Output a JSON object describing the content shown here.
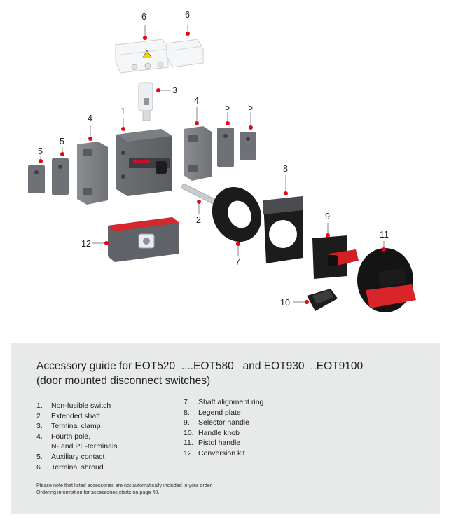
{
  "illustration": {
    "callouts": [
      {
        "num": "6"
      },
      {
        "num": "6"
      },
      {
        "num": "3"
      },
      {
        "num": "1"
      },
      {
        "num": "4"
      },
      {
        "num": "4"
      },
      {
        "num": "5"
      },
      {
        "num": "5"
      },
      {
        "num": "5"
      },
      {
        "num": "5"
      },
      {
        "num": "8"
      },
      {
        "num": "2"
      },
      {
        "num": "9"
      },
      {
        "num": "12"
      },
      {
        "num": "11"
      },
      {
        "num": "7"
      },
      {
        "num": "10"
      }
    ],
    "accent_color": "#e30613"
  },
  "guide": {
    "title_line1": "Accessory guide for EOT520_....EOT580_ and EOT930_..EOT9100_",
    "title_line2": "(door mounted disconnect switches)",
    "items_left": [
      {
        "num": "1.",
        "label": "Non-fusible switch"
      },
      {
        "num": "2.",
        "label": "Extended shaft"
      },
      {
        "num": "3.",
        "label": "Terminal clamp"
      },
      {
        "num": "4.",
        "label": "Fourth pole,\nN- and PE-terminals"
      },
      {
        "num": "5.",
        "label": "Auxiliary contact"
      },
      {
        "num": "6.",
        "label": "Terminal shroud"
      }
    ],
    "items_right": [
      {
        "num": "7.",
        "label": "Shaft alignment ring"
      },
      {
        "num": "8.",
        "label": "Legend plate"
      },
      {
        "num": "9.",
        "label": "Selector handle"
      },
      {
        "num": "10.",
        "label": "Handle knob"
      },
      {
        "num": "11.",
        "label": "Pistol handle"
      },
      {
        "num": "12.",
        "label": "Conversion kit"
      }
    ],
    "footnote_line1": "Please note that listed accessories are not automatically included in your order.",
    "footnote_line2": "Ordering information for accessories starts on page 40."
  }
}
